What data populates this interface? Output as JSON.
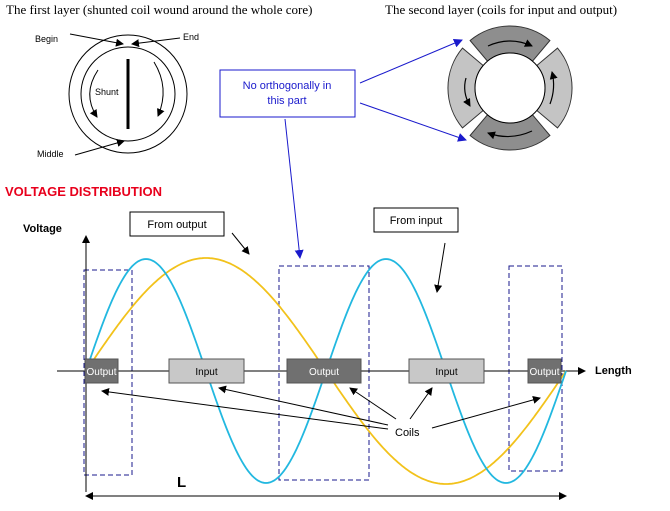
{
  "header": {
    "first_layer_caption": "The first layer (shunted coil wound around the whole core)",
    "second_layer_caption": "The second layer (coils for input and output)"
  },
  "core_diagram": {
    "begin_label": "Begin",
    "end_label": "End",
    "shunt_label": "Shunt",
    "middle_label": "Middle"
  },
  "callouts": {
    "orthogonal_note_line1": "No orthogonally in",
    "orthogonal_note_line2": "this part",
    "from_output": "From output",
    "from_input": "From input",
    "coils": "Coils"
  },
  "chart": {
    "title": "VOLTAGE DISTRIBUTION",
    "y_axis_label": "Voltage",
    "x_axis_label": "Length",
    "length_label": "L",
    "segments": [
      "Output",
      "Input",
      "Output",
      "Input",
      "Output"
    ]
  },
  "colors": {
    "title_red": "#e8001c",
    "input_curve": "#22b8e0",
    "output_curve": "#f2c21b",
    "callout_border_blue": "#1a1acc",
    "arrow_blue": "#1a1acc",
    "output_block": "#707070",
    "input_block": "#c8c8c8",
    "dashed_box": "#1a1a8c"
  }
}
